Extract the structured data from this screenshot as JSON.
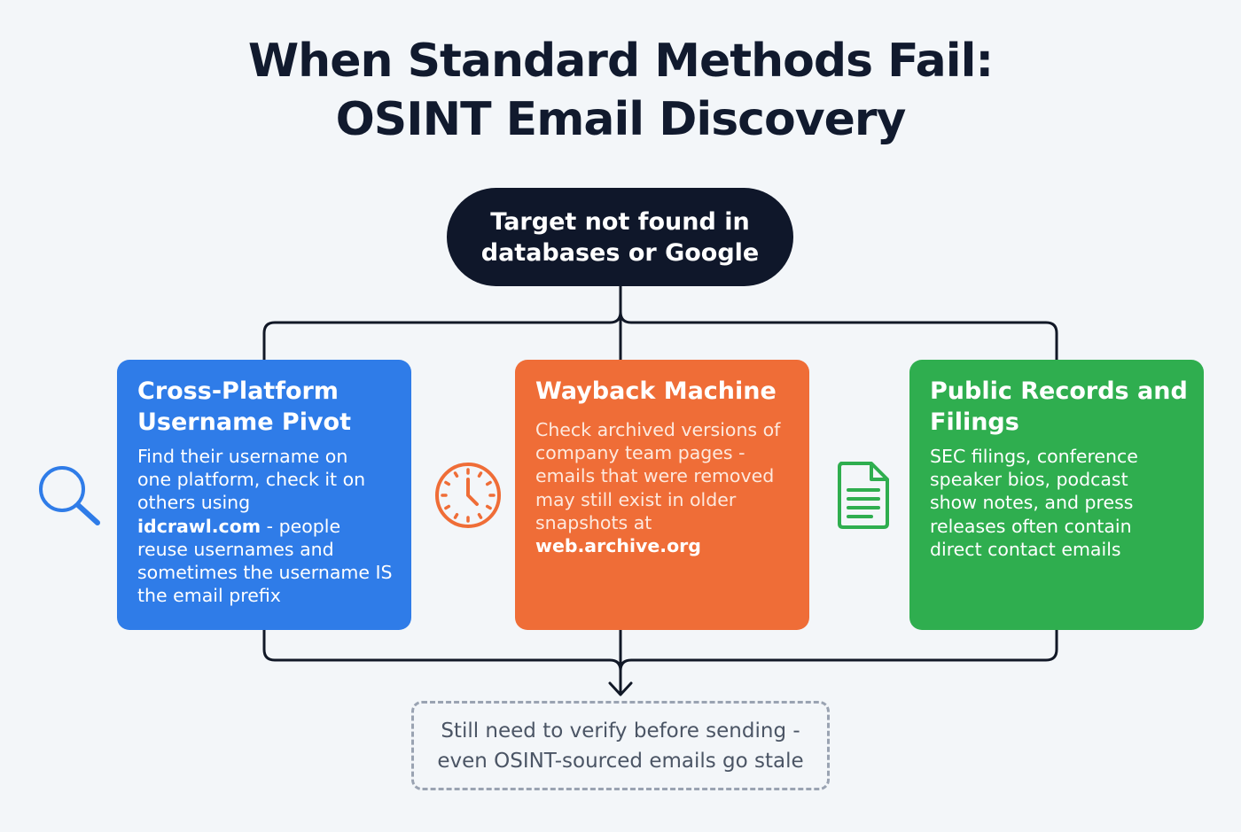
{
  "title": {
    "line1": "When Standard Methods Fail:",
    "line2": "OSINT Email Discovery"
  },
  "start_node": {
    "line1": "Target not found in",
    "line2": "databases or Google"
  },
  "cards": [
    {
      "title_line1": "Cross-Platform",
      "title_line2": "Username Pivot",
      "body_line1": "Find their username on",
      "body_line2": "one platform, check it on",
      "body_line3": "others using",
      "body_link": "idcrawl.com",
      "body_line4_rest": " - people",
      "body_line5": "reuse usernames and",
      "body_line6": "sometimes the username IS",
      "body_line7": "the email prefix",
      "color": "#2f7ce8",
      "icon": "magnifier-icon"
    },
    {
      "title_line1": "Wayback Machine",
      "body_line1": "Check archived versions of",
      "body_line2": "company team pages -",
      "body_line3": "emails that were removed",
      "body_line4": "may still exist in older",
      "body_line5": "snapshots at",
      "body_link": "web.archive.org",
      "color": "#ef6d37",
      "icon": "clock-icon"
    },
    {
      "title_line1": "Public Records and",
      "title_line2": "Filings",
      "body_line1": "SEC filings, conference",
      "body_line2": "speaker bios, podcast",
      "body_line3": "show notes, and press",
      "body_line4": "releases often contain",
      "body_line5": "direct contact emails",
      "color": "#2fae4f",
      "icon": "document-icon"
    }
  ],
  "end_note": {
    "line1": "Still need to verify before sending -",
    "line2": "even OSINT-sourced emails go stale"
  },
  "colors": {
    "background": "#f3f6f9",
    "dark": "#0f172a",
    "connector": "#111827",
    "dashed_border": "#9aa3b2"
  }
}
